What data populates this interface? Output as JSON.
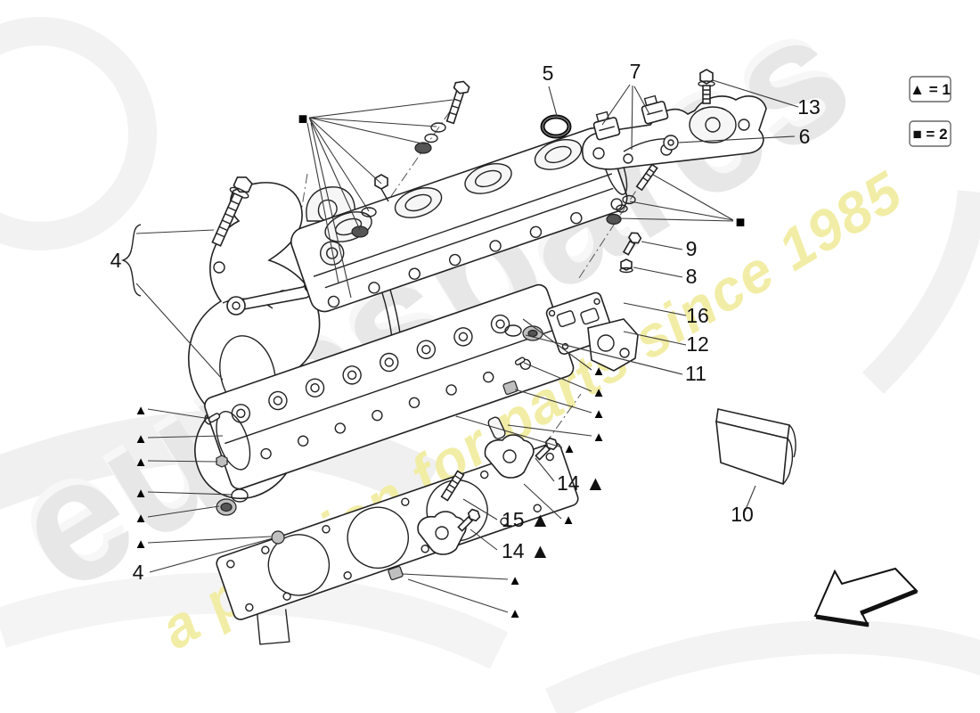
{
  "legend": {
    "triangle_rule": "▲ = 1",
    "square_rule": "■ = 2"
  },
  "watermark": {
    "brand": "eurospares",
    "tagline": "a passion for parts since 1985"
  },
  "markers": {
    "triangle": "▲",
    "square": "■"
  },
  "callouts": {
    "c4_bolts": "4",
    "c5": "5",
    "c6": "6",
    "c7": "7",
    "c8": "8",
    "c9": "9",
    "c10": "10",
    "c11": "11",
    "c12": "12",
    "c13": "13",
    "c14_upper": "14 ▲",
    "c15": "15 ▲",
    "c14_lower": "14 ▲",
    "c16": "16",
    "c4_gasket": "4"
  }
}
